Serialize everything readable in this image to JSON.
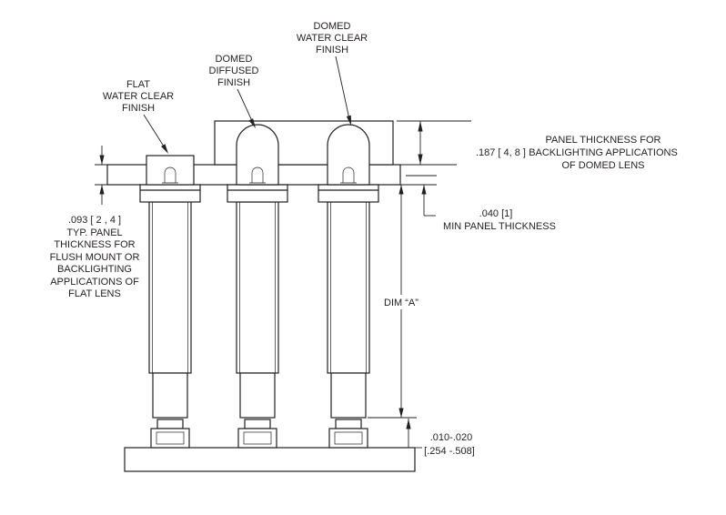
{
  "colors": {
    "ink": "#231f20",
    "background": "#ffffff"
  },
  "labels": {
    "flat": [
      "FLAT",
      "WATER CLEAR",
      "FINISH"
    ],
    "domed_diffused": [
      "DOMED",
      "DIFFUSED",
      "FINISH"
    ],
    "domed_clear": [
      "DOMED",
      "WATER CLEAR",
      "FINISH"
    ]
  },
  "dims": {
    "flat_panel": {
      "value": ".093 [ 2 , 4 ]",
      "note": [
        "TYP. PANEL",
        "THICKNESS FOR",
        "FLUSH MOUNT OR",
        "BACKLIGHTING",
        "APPLICATIONS OF",
        "FLAT LENS"
      ]
    },
    "domed_panel": {
      "value": ".187 [ 4, 8 ]",
      "note": [
        "PANEL THICKNESS FOR",
        "BACKLIGHTING APPLICATIONS",
        "OF DOMED LENS"
      ]
    },
    "min_panel": {
      "value": ".040 [1]",
      "note": "MIN PANEL THICKNESS"
    },
    "dim_a": "DIM “A”",
    "gap": {
      "value": ".010-.020",
      "metric": "[.254 -.508]"
    }
  }
}
